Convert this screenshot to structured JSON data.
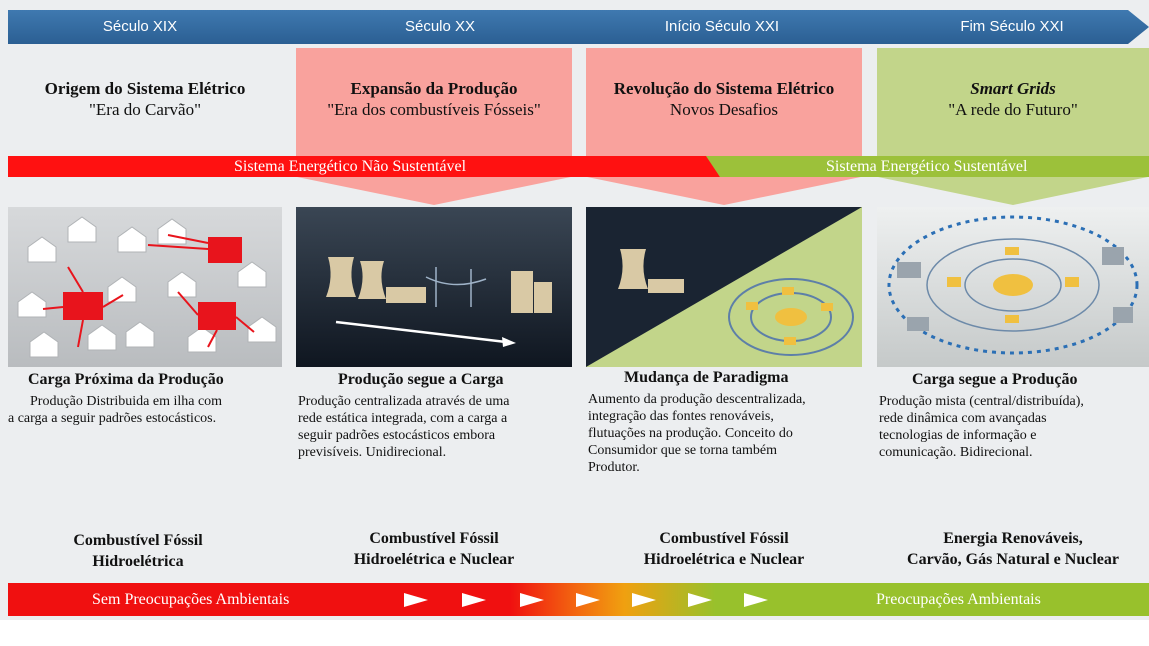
{
  "timeline": {
    "eras": [
      "Século XIX",
      "Século XX",
      "Início Século XXI",
      "Fim Século XXI"
    ]
  },
  "columns": [
    {
      "title_line1": "Origem do Sistema Elétrico",
      "title_line2": "\"Era do Carvão\"",
      "subtitle": "Carga Próxima da Produção",
      "description": [
        "Produção Distribuida em ilha com",
        "a carga a seguir padrões estocásticos."
      ],
      "fuel_line1": "Combustível Fóssil",
      "fuel_line2": "Hidroelétrica",
      "bg_color": "none"
    },
    {
      "title_line1": "Expansão da Produção",
      "title_line2": "\"Era dos combustíveis Fósseis\"",
      "subtitle": "Produção segue a Carga",
      "description": [
        "Produção centralizada através de uma",
        "rede estática integrada, com a carga a",
        "seguir padrões estocásticos embora",
        "previsíveis. Unidirecional."
      ],
      "fuel_line1": "Combustível Fóssil",
      "fuel_line2": "Hidroelétrica e Nuclear",
      "bg_color": "#f9a29d"
    },
    {
      "title_line1": "Revolução do Sistema Elétrico",
      "title_line2": "Novos Desafios",
      "subtitle": "Mudança de Paradigma",
      "description": [
        "Aumento da produção descentralizada,",
        "integração das fontes renováveis,",
        "flutuações na produção. Conceito do",
        "Consumidor que se torna também",
        "Produtor."
      ],
      "fuel_line1": "Combustível Fóssil",
      "fuel_line2": "Hidroelétrica e Nuclear",
      "bg_color": "#f9a29d"
    },
    {
      "title_line1": "Smart Grids",
      "title_line2": "\"A rede do Futuro\"",
      "subtitle": "Carga segue a Produção",
      "description": [
        "Produção mista (central/distribuída),",
        "rede dinâmica com avançadas",
        "tecnologias de informação e",
        "comunicação. Bidirecional."
      ],
      "fuel_line1": "Energia Renováveis,",
      "fuel_line2": "Carvão, Gás Natural e Nuclear",
      "bg_color": "#c2d58a"
    }
  ],
  "sustainability": {
    "not_sustainable": "Sistema Energético Não Sustentável",
    "sustainable": "Sistema Energético Sustentável"
  },
  "environment": {
    "left": "Sem Preocupações Ambientais",
    "right": "Preocupações Ambientais"
  },
  "colors": {
    "timeline": "#3f79b0",
    "pink": "#f9a29d",
    "green": "#c2d58a",
    "red_bar": "#ff1111",
    "green_bar": "#9cc13a"
  }
}
